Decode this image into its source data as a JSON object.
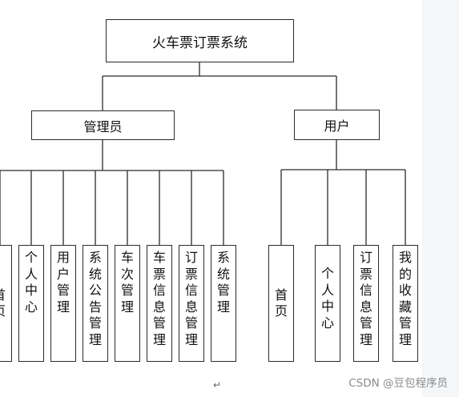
{
  "root": {
    "label": "火车票订票系统"
  },
  "branches": [
    {
      "label": "管理员",
      "children": [
        "首页",
        "个人中心",
        "用户管理",
        "系统公告管理",
        "车次管理",
        "车票信息管理",
        "订票信息管理",
        "系统管理"
      ]
    },
    {
      "label": "用户",
      "children": [
        "首页",
        "个人中心",
        "订票信息管理",
        "我的收藏管理"
      ]
    }
  ],
  "paragraph_mark": "↵",
  "watermark": "CSDN @豆包程序员"
}
